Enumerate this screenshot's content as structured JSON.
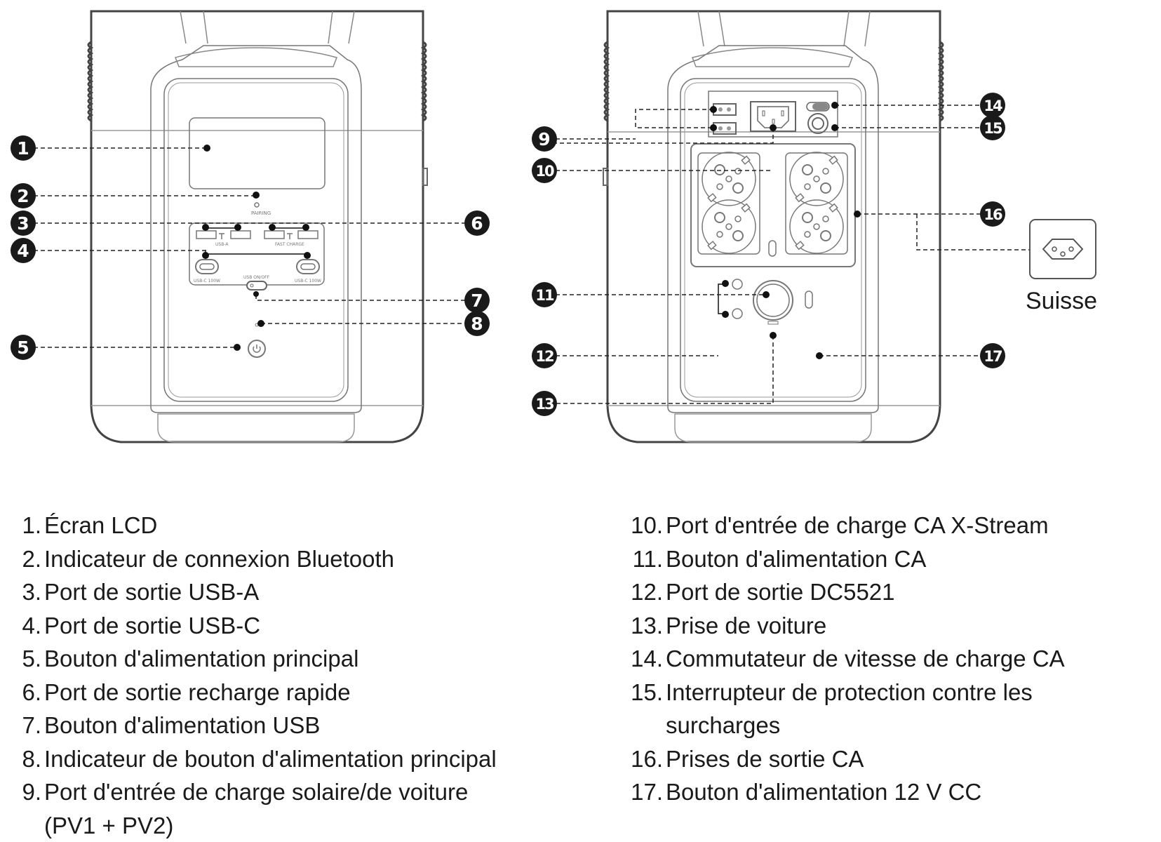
{
  "diagram": {
    "front_panel_labels": {
      "pairing": "PAIRING",
      "usb_a": "USB-A",
      "fast_charge": "FAST CHARGE",
      "usb_c_left": "USB-C 100W",
      "usb_c_right": "USB-C 100W",
      "usb_on_off": "USB ON/OFF"
    },
    "callouts": [
      "1",
      "2",
      "3",
      "4",
      "5",
      "6",
      "7",
      "8",
      "9",
      "10",
      "11",
      "12",
      "13",
      "14",
      "15",
      "16",
      "17"
    ],
    "plug_type_label": "Suisse",
    "line_color": "#555555",
    "badge_color": "#1a1a1a"
  },
  "legend": {
    "left": [
      {
        "num": "1.",
        "text": "Écran LCD"
      },
      {
        "num": "2.",
        "text": "Indicateur de connexion Bluetooth"
      },
      {
        "num": "3.",
        "text": "Port de sortie USB-A"
      },
      {
        "num": "4.",
        "text": "Port de sortie USB-C"
      },
      {
        "num": "5.",
        "text": "Bouton d'alimentation principal"
      },
      {
        "num": "6.",
        "text": "Port de sortie recharge rapide"
      },
      {
        "num": "7.",
        "text": "Bouton d'alimentation USB"
      },
      {
        "num": "8.",
        "text": "Indicateur de bouton d'alimentation principal"
      },
      {
        "num": "9.",
        "text": "Port d'entrée de charge solaire/de voiture"
      },
      {
        "num": "",
        "text": "(PV1 + PV2)"
      }
    ],
    "right": [
      {
        "num": "10.",
        "text": "Port d'entrée de charge CA X-Stream"
      },
      {
        "num": "11.",
        "text": "Bouton d'alimentation CA"
      },
      {
        "num": "12.",
        "text": "Port de sortie DC5521"
      },
      {
        "num": "13.",
        "text": "Prise de voiture"
      },
      {
        "num": "14.",
        "text": "Commutateur de vitesse de charge CA"
      },
      {
        "num": "15.",
        "text": "Interrupteur de protection contre les"
      },
      {
        "num": "",
        "text": "surcharges"
      },
      {
        "num": "16.",
        "text": "Prises de sortie CA"
      },
      {
        "num": "17.",
        "text": "Bouton d'alimentation 12 V CC"
      }
    ]
  }
}
